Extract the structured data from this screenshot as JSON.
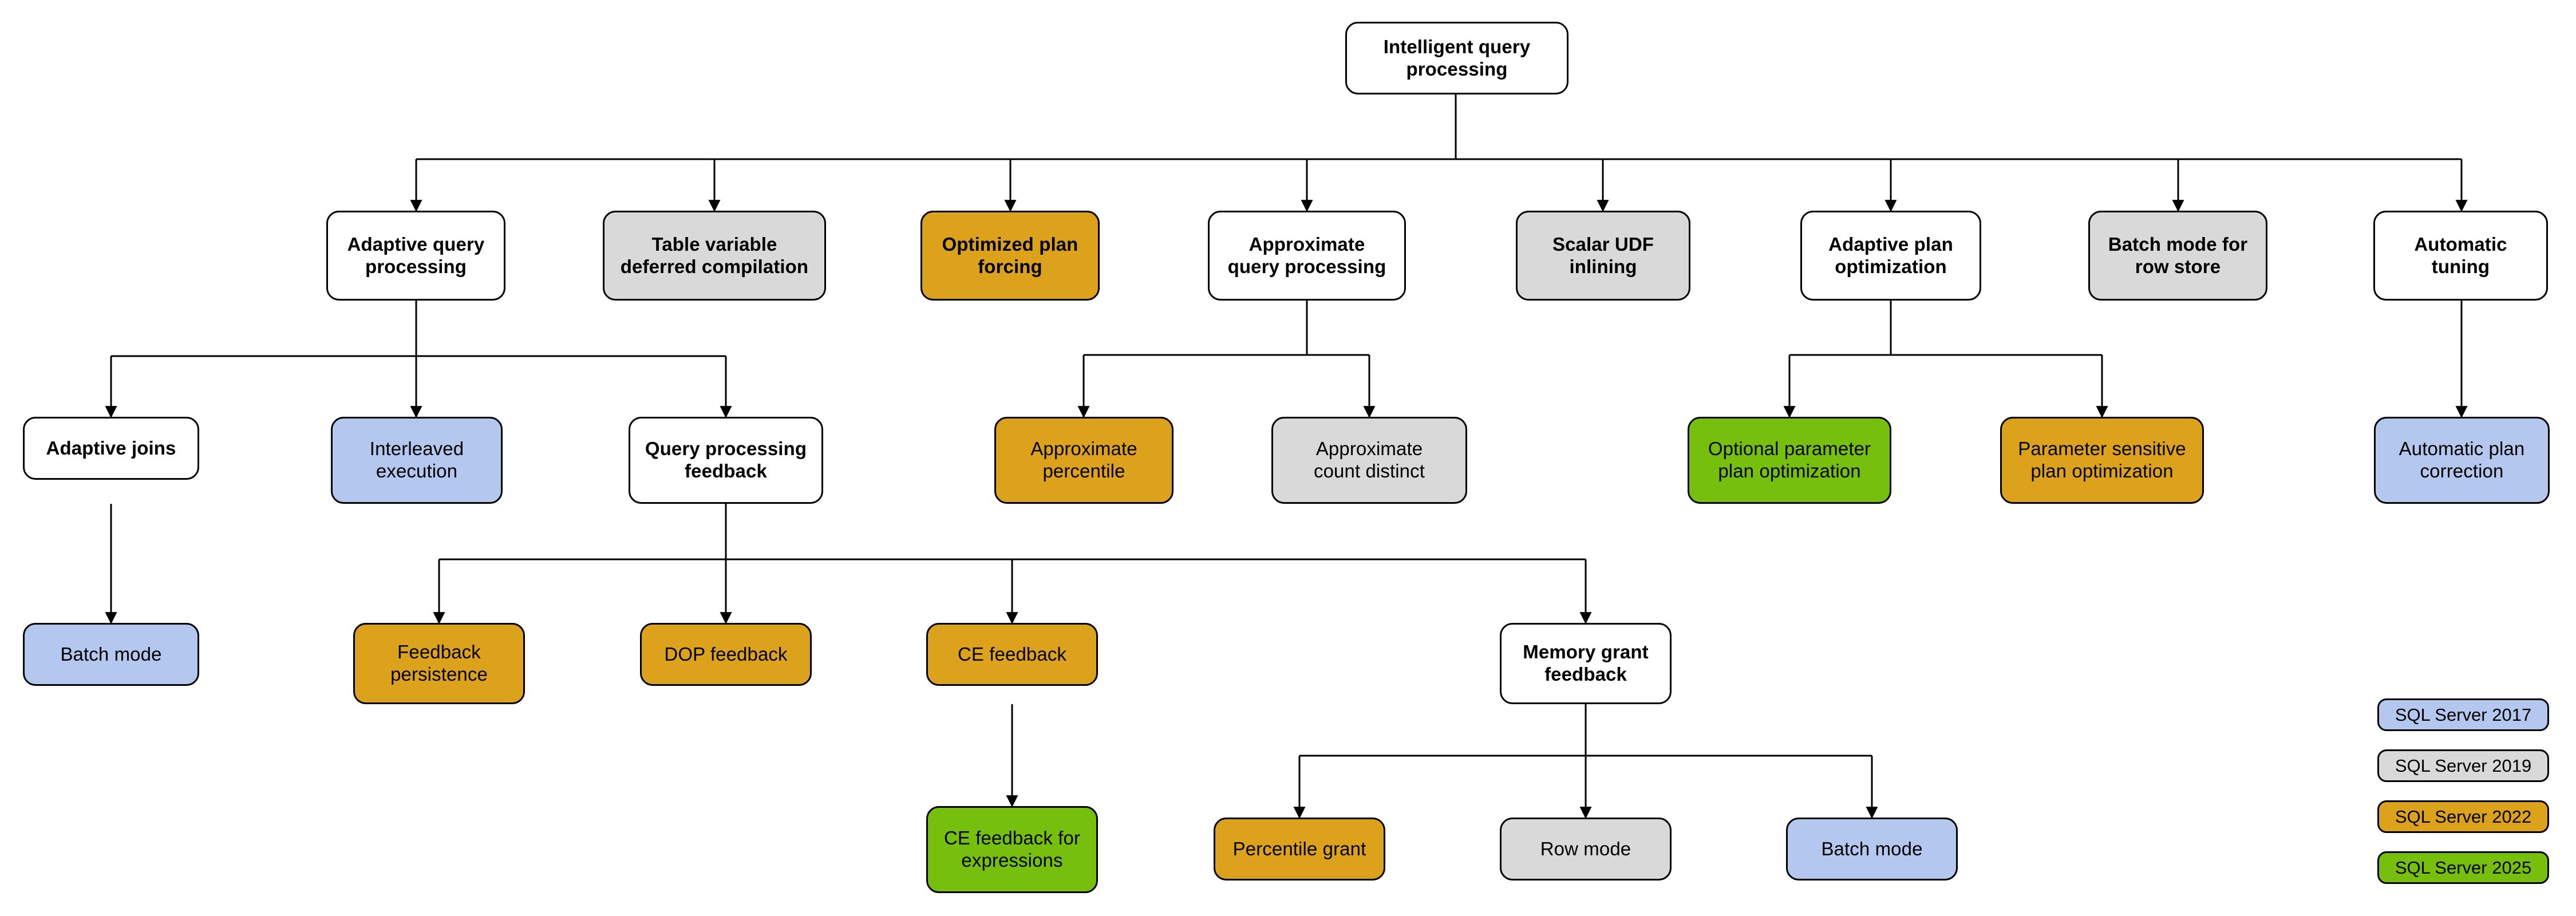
{
  "diagram": {
    "title": "Intelligent query processing",
    "root": {
      "label": "Intelligent query\nprocessing",
      "color": "white"
    },
    "nodes": [
      {
        "id": "root",
        "label": "Intelligent query\nprocessing",
        "color": "white",
        "version": ""
      },
      {
        "id": "aqp",
        "label": "Adaptive query\nprocessing",
        "color": "white",
        "version": ""
      },
      {
        "id": "tvdc",
        "label": "Table variable\ndeferred compilation",
        "color": "gray",
        "version": "SQL Server 2019"
      },
      {
        "id": "opf",
        "label": "Optimized plan\nforcing",
        "color": "orange",
        "version": "SQL Server 2022"
      },
      {
        "id": "apq",
        "label": "Approximate\nquery processing",
        "color": "white",
        "version": ""
      },
      {
        "id": "sudf",
        "label": "Scalar UDF\ninlining",
        "color": "gray",
        "version": "SQL Server 2019"
      },
      {
        "id": "apo",
        "label": "Adaptive plan\noptimization",
        "color": "white",
        "version": ""
      },
      {
        "id": "bmrs",
        "label": "Batch mode for\nrow store",
        "color": "gray",
        "version": "SQL Server 2019"
      },
      {
        "id": "at",
        "label": "Automatic\ntuning",
        "color": "white",
        "version": ""
      },
      {
        "id": "aj",
        "label": "Adaptive joins",
        "color": "white",
        "version": ""
      },
      {
        "id": "ie",
        "label": "Interleaved\nexecution",
        "color": "blue",
        "version": "SQL Server 2017"
      },
      {
        "id": "qpf",
        "label": "Query processing\nfeedback",
        "color": "white",
        "version": ""
      },
      {
        "id": "ap",
        "label": "Approximate\npercentile",
        "color": "orange",
        "version": "SQL Server 2022"
      },
      {
        "id": "acd",
        "label": "Approximate\ncount distinct",
        "color": "gray",
        "version": "SQL Server 2019"
      },
      {
        "id": "oppo",
        "label": "Optional parameter\nplan optimization",
        "color": "green",
        "version": "SQL Server 2025"
      },
      {
        "id": "pspo",
        "label": "Parameter sensitive\nplan optimization",
        "color": "orange",
        "version": "SQL Server 2022"
      },
      {
        "id": "apc",
        "label": "Automatic plan\ncorrection",
        "color": "blue",
        "version": "SQL Server 2017"
      },
      {
        "id": "bm1",
        "label": "Batch mode",
        "color": "blue",
        "version": "SQL Server 2017"
      },
      {
        "id": "fp",
        "label": "Feedback\npersistence",
        "color": "orange",
        "version": "SQL Server 2022"
      },
      {
        "id": "dopf",
        "label": "DOP feedback",
        "color": "orange",
        "version": "SQL Server 2022"
      },
      {
        "id": "cef",
        "label": "CE feedback",
        "color": "orange",
        "version": "SQL Server 2022"
      },
      {
        "id": "mgf",
        "label": "Memory grant\nfeedback",
        "color": "white",
        "version": ""
      },
      {
        "id": "cefe",
        "label": "CE feedback for\nexpressions",
        "color": "green",
        "version": "SQL Server 2025"
      },
      {
        "id": "pg",
        "label": "Percentile grant",
        "color": "orange",
        "version": "SQL Server 2022"
      },
      {
        "id": "rm",
        "label": "Row mode",
        "color": "gray",
        "version": "SQL Server 2019"
      },
      {
        "id": "bm2",
        "label": "Batch mode",
        "color": "blue",
        "version": "SQL Server 2017"
      }
    ],
    "edges": [
      {
        "from": "root",
        "to": "aqp"
      },
      {
        "from": "root",
        "to": "tvdc"
      },
      {
        "from": "root",
        "to": "opf"
      },
      {
        "from": "root",
        "to": "apq"
      },
      {
        "from": "root",
        "to": "sudf"
      },
      {
        "from": "root",
        "to": "apo"
      },
      {
        "from": "root",
        "to": "bmrs"
      },
      {
        "from": "root",
        "to": "at"
      },
      {
        "from": "aqp",
        "to": "aj"
      },
      {
        "from": "aqp",
        "to": "ie"
      },
      {
        "from": "aqp",
        "to": "qpf"
      },
      {
        "from": "apq",
        "to": "ap"
      },
      {
        "from": "apq",
        "to": "acd"
      },
      {
        "from": "apo",
        "to": "oppo"
      },
      {
        "from": "apo",
        "to": "pspo"
      },
      {
        "from": "at",
        "to": "apc"
      },
      {
        "from": "aj",
        "to": "bm1"
      },
      {
        "from": "qpf",
        "to": "fp"
      },
      {
        "from": "qpf",
        "to": "dopf"
      },
      {
        "from": "qpf",
        "to": "cef"
      },
      {
        "from": "qpf",
        "to": "mgf"
      },
      {
        "from": "cef",
        "to": "cefe"
      },
      {
        "from": "mgf",
        "to": "pg"
      },
      {
        "from": "mgf",
        "to": "rm"
      },
      {
        "from": "mgf",
        "to": "bm2"
      }
    ]
  },
  "legend": {
    "items": [
      {
        "label": "SQL Server 2017",
        "color": "blue"
      },
      {
        "label": "SQL Server 2019",
        "color": "gray"
      },
      {
        "label": "SQL Server 2022",
        "color": "orange"
      },
      {
        "label": "SQL Server 2025",
        "color": "green"
      }
    ]
  },
  "colors": {
    "white": "#ffffff",
    "gray": "#d9d9d9",
    "orange": "#dda21b",
    "blue": "#b4c7ef",
    "green": "#76c00d",
    "stroke": "#000000"
  }
}
